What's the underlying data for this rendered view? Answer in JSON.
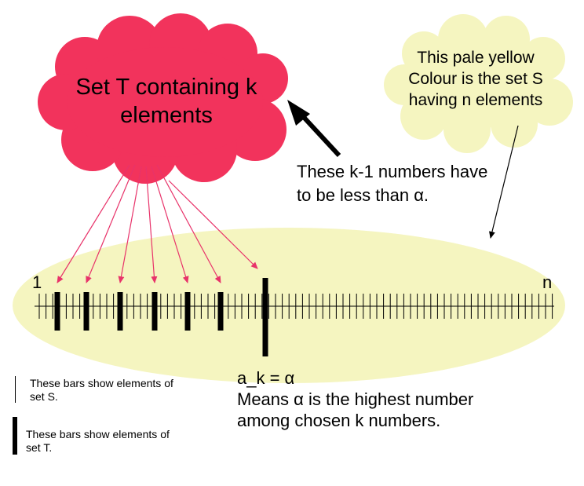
{
  "colors": {
    "set_s_fill": "#f5f5c0",
    "set_t_fill": "#f2335c",
    "arrow_pink": "#e8336a",
    "black": "#000000"
  },
  "cloud_set_t": {
    "lines": [
      "Set T containing k",
      "elements"
    ]
  },
  "cloud_set_s": {
    "lines": [
      "This pale yellow",
      "Colour is the set S",
      "having n elements"
    ]
  },
  "note_k_minus_1": {
    "lines": [
      "These k-1 numbers have",
      "to be less than α."
    ]
  },
  "number_line": {
    "start_label": "1",
    "end_label": "n"
  },
  "alpha_note": {
    "lines": [
      "a_k = α",
      "Means α is the highest number",
      "among chosen k numbers."
    ]
  },
  "legend": {
    "set_s_lines": [
      "These bars show elements of",
      "set S."
    ],
    "set_t_lines": [
      "These bars show elements of",
      "set T."
    ]
  }
}
